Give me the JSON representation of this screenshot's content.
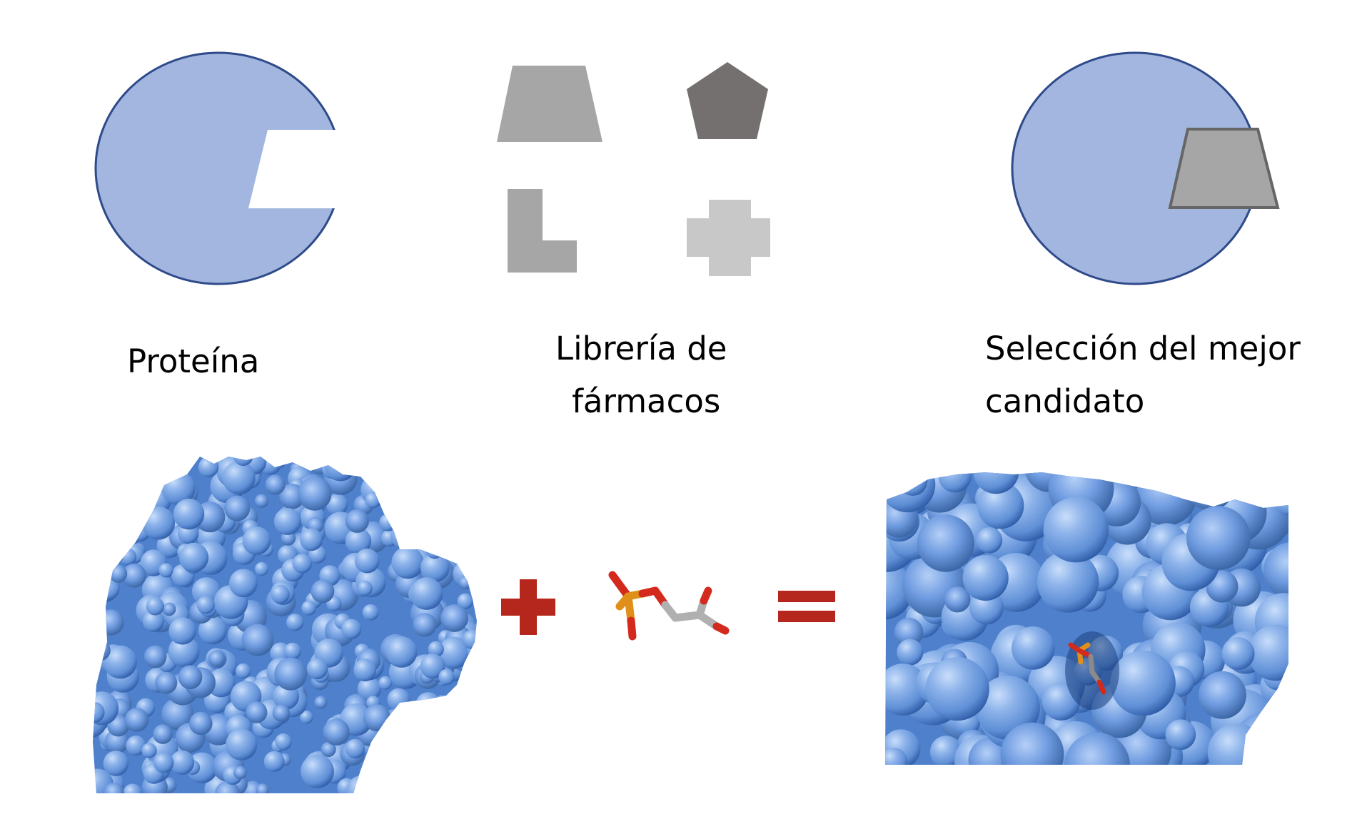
{
  "diagram": {
    "title": "Virtual screening / molecular docking schematic",
    "panels": [
      {
        "id": "protein",
        "label_lines": [
          "Proteína"
        ]
      },
      {
        "id": "library",
        "label_lines": [
          "Librería de",
          "fármacos"
        ]
      },
      {
        "id": "best",
        "label_lines": [
          "Selección del mejor",
          "candidato"
        ]
      }
    ],
    "operators": {
      "plus": "+",
      "equals": "="
    }
  },
  "colors": {
    "protein_fill": "#a3b6df",
    "protein_stroke": "#2e4a8a",
    "shape_gray": "#a6a6a6",
    "shape_dark": "#747070",
    "shape_light": "#c8c8c8",
    "operator_red": "#b5271d",
    "surface_base": "#5f8fd6",
    "surface_light": "#9cc2f2",
    "surface_dark": "#244f9a",
    "ligand_orange": "#e0901a",
    "ligand_red": "#d42a1e",
    "ligand_gray": "#b0b0b0"
  }
}
